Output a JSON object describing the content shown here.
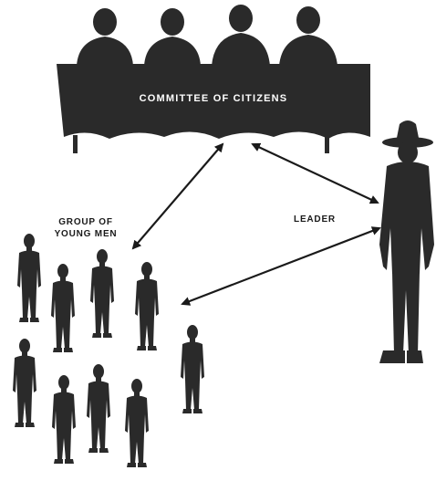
{
  "diagram": {
    "committee_label": "COMMITTEE OF CITIZENS",
    "leader_label": "LEADER",
    "group_label_line1": "GROUP OF",
    "group_label_line2": "YOUNG MEN"
  },
  "colors": {
    "silhouette": "#2a2a2a",
    "background": "#ffffff",
    "arrow": "#1a1a1a"
  }
}
